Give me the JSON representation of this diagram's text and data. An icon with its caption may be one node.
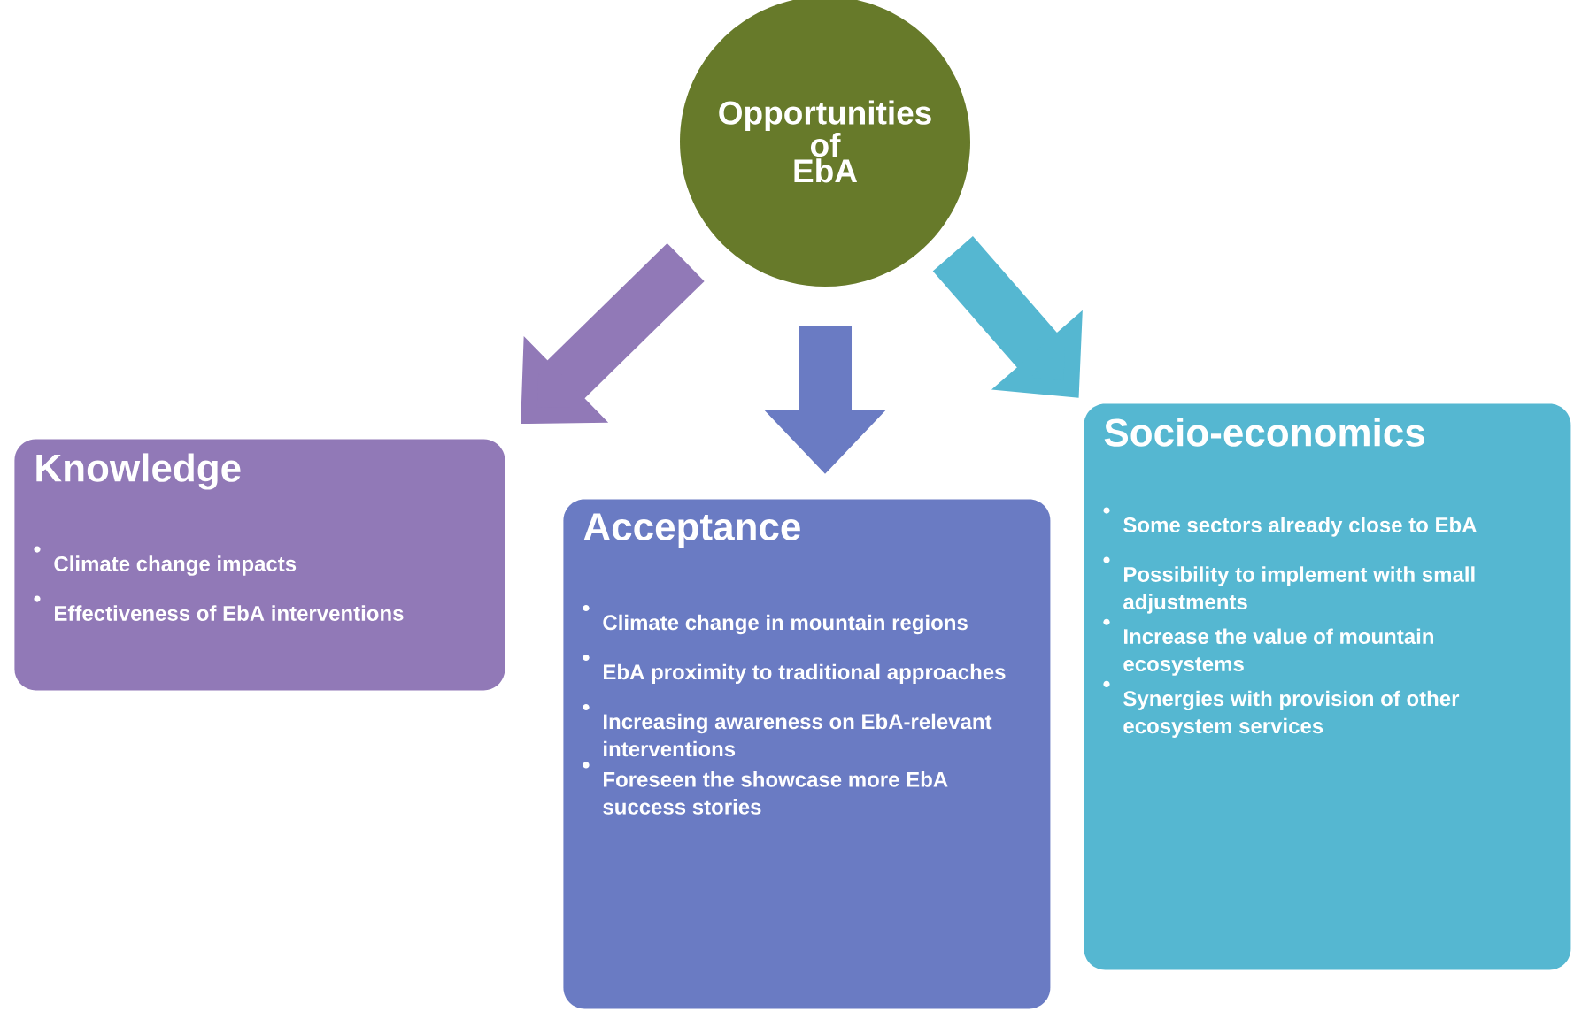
{
  "diagram": {
    "nodes": [
      {
        "text": [
          "Opportunities of EbA"
        ]
      },
      {
        "text": [
          "Knowledge",
          "Climate change impacts",
          "Effectiveness of EbA interventions"
        ]
      },
      {
        "text": [
          "Acceptance",
          "Climate change in mountain regions",
          "EbA proximity to traditional approaches",
          "Increasing awareness on EbA-relevant interventions",
          "Foreseen the showcase more EbA success stories"
        ]
      },
      {
        "text": [
          "Socio-economics",
          "Some sectors already close to EbA",
          "Possibility to implement with small adjustments",
          "Increase the value of mountain ecosystems",
          "Synergies with provision of other ecosystem services"
        ]
      }
    ],
    "edges": [
      {
        "from": 0,
        "to": 1,
        "arrow": "to",
        "color": "#9179b7"
      },
      {
        "from": 0,
        "to": 2,
        "arrow": "to",
        "color": "#6a7bc3"
      },
      {
        "from": 0,
        "to": 3,
        "arrow": "to",
        "color": "#55b7d1"
      }
    ]
  }
}
